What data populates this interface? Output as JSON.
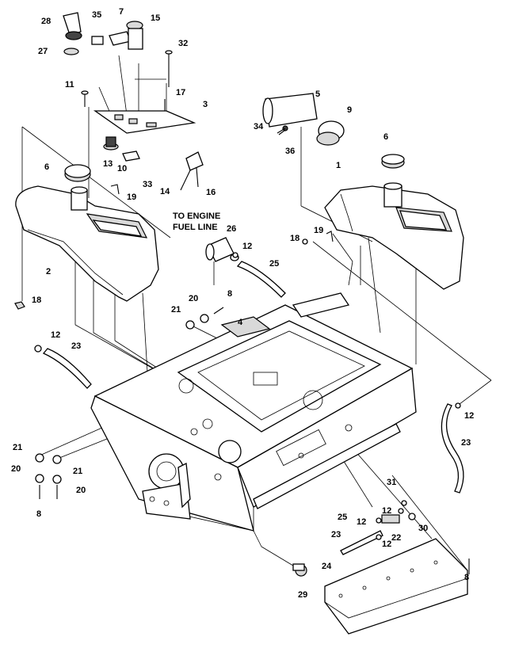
{
  "note": {
    "line1": "TO ENGINE",
    "line2": "FUEL LINE"
  },
  "callouts": {
    "c28": "28",
    "c35": "35",
    "c7": "7",
    "c15": "15",
    "c32": "32",
    "c27": "27",
    "c11": "11",
    "c17": "17",
    "c3": "3",
    "c5": "5",
    "c9": "9",
    "c34": "34",
    "c36": "36",
    "c13": "13",
    "c10": "10",
    "c33": "33",
    "c14": "14",
    "c16": "16",
    "c6_left": "6",
    "c19_left": "19",
    "c6_right": "6",
    "c1": "1",
    "c2": "2",
    "c26": "26",
    "c12_top": "12",
    "c25_top": "25",
    "c18_right": "18",
    "c19_right": "19",
    "c18_left": "18",
    "c21_top": "21",
    "c20_top": "20",
    "c8_top": "8",
    "c4": "4",
    "c12_left": "12",
    "c23_left": "23",
    "c21_bl1": "21",
    "c20_bl1": "20",
    "c21_bl2": "21",
    "c20_bl2": "20",
    "c8_bl": "8",
    "c12_right": "12",
    "c23_right": "23",
    "c31": "31",
    "c25_bottom": "25",
    "c12_b1": "12",
    "c12_b2": "12",
    "c30": "30",
    "c22": "22",
    "c23_bottom": "23",
    "c12_b3": "12",
    "c24": "24",
    "c8_right": "8",
    "c29": "29"
  }
}
